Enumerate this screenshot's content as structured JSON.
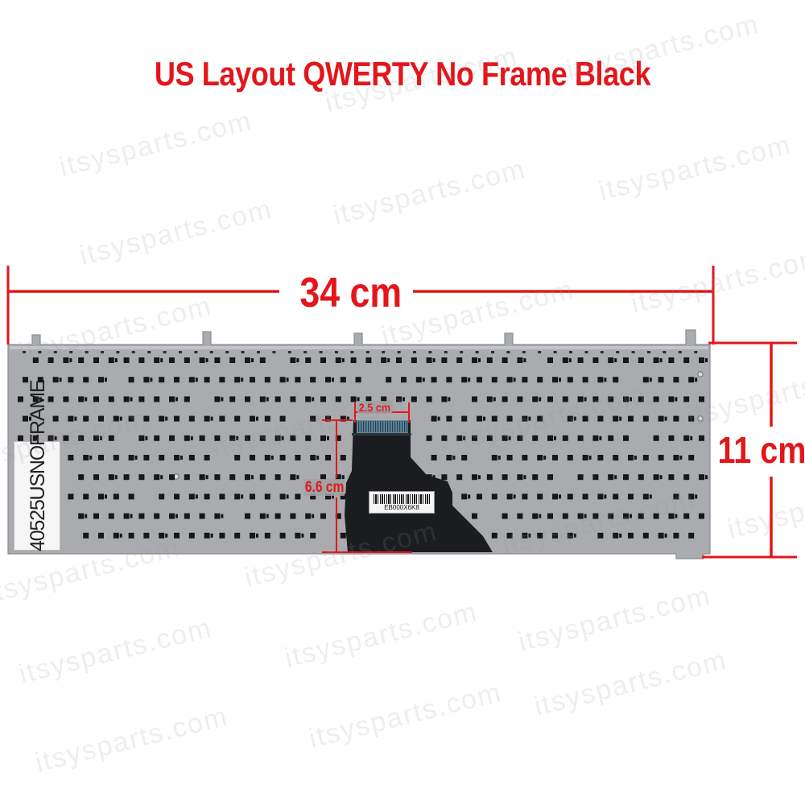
{
  "title": {
    "text": "US Layout QWERTY No Frame Black",
    "color": "#e3161b"
  },
  "dimensions": {
    "width_label": "34 cm",
    "height_label": "11 cm",
    "connector_width_label": "2.5 cm",
    "connector_height_label": "6.6 cm",
    "color": "#e3161b"
  },
  "labels": {
    "sticker": "40525USNOFRAME",
    "barcode": "EB000X6K8"
  },
  "watermark": {
    "text": "itsysparts.com"
  },
  "colors": {
    "keyboard_plate": "#a9abae",
    "plate_edge": "#8b8d90",
    "key_cutout": "#15171a",
    "ribbon_cable": "#1b1c1f",
    "cable_contacts": "#5e86a0"
  },
  "product": {
    "type": "laptop keyboard",
    "view": "back side"
  }
}
